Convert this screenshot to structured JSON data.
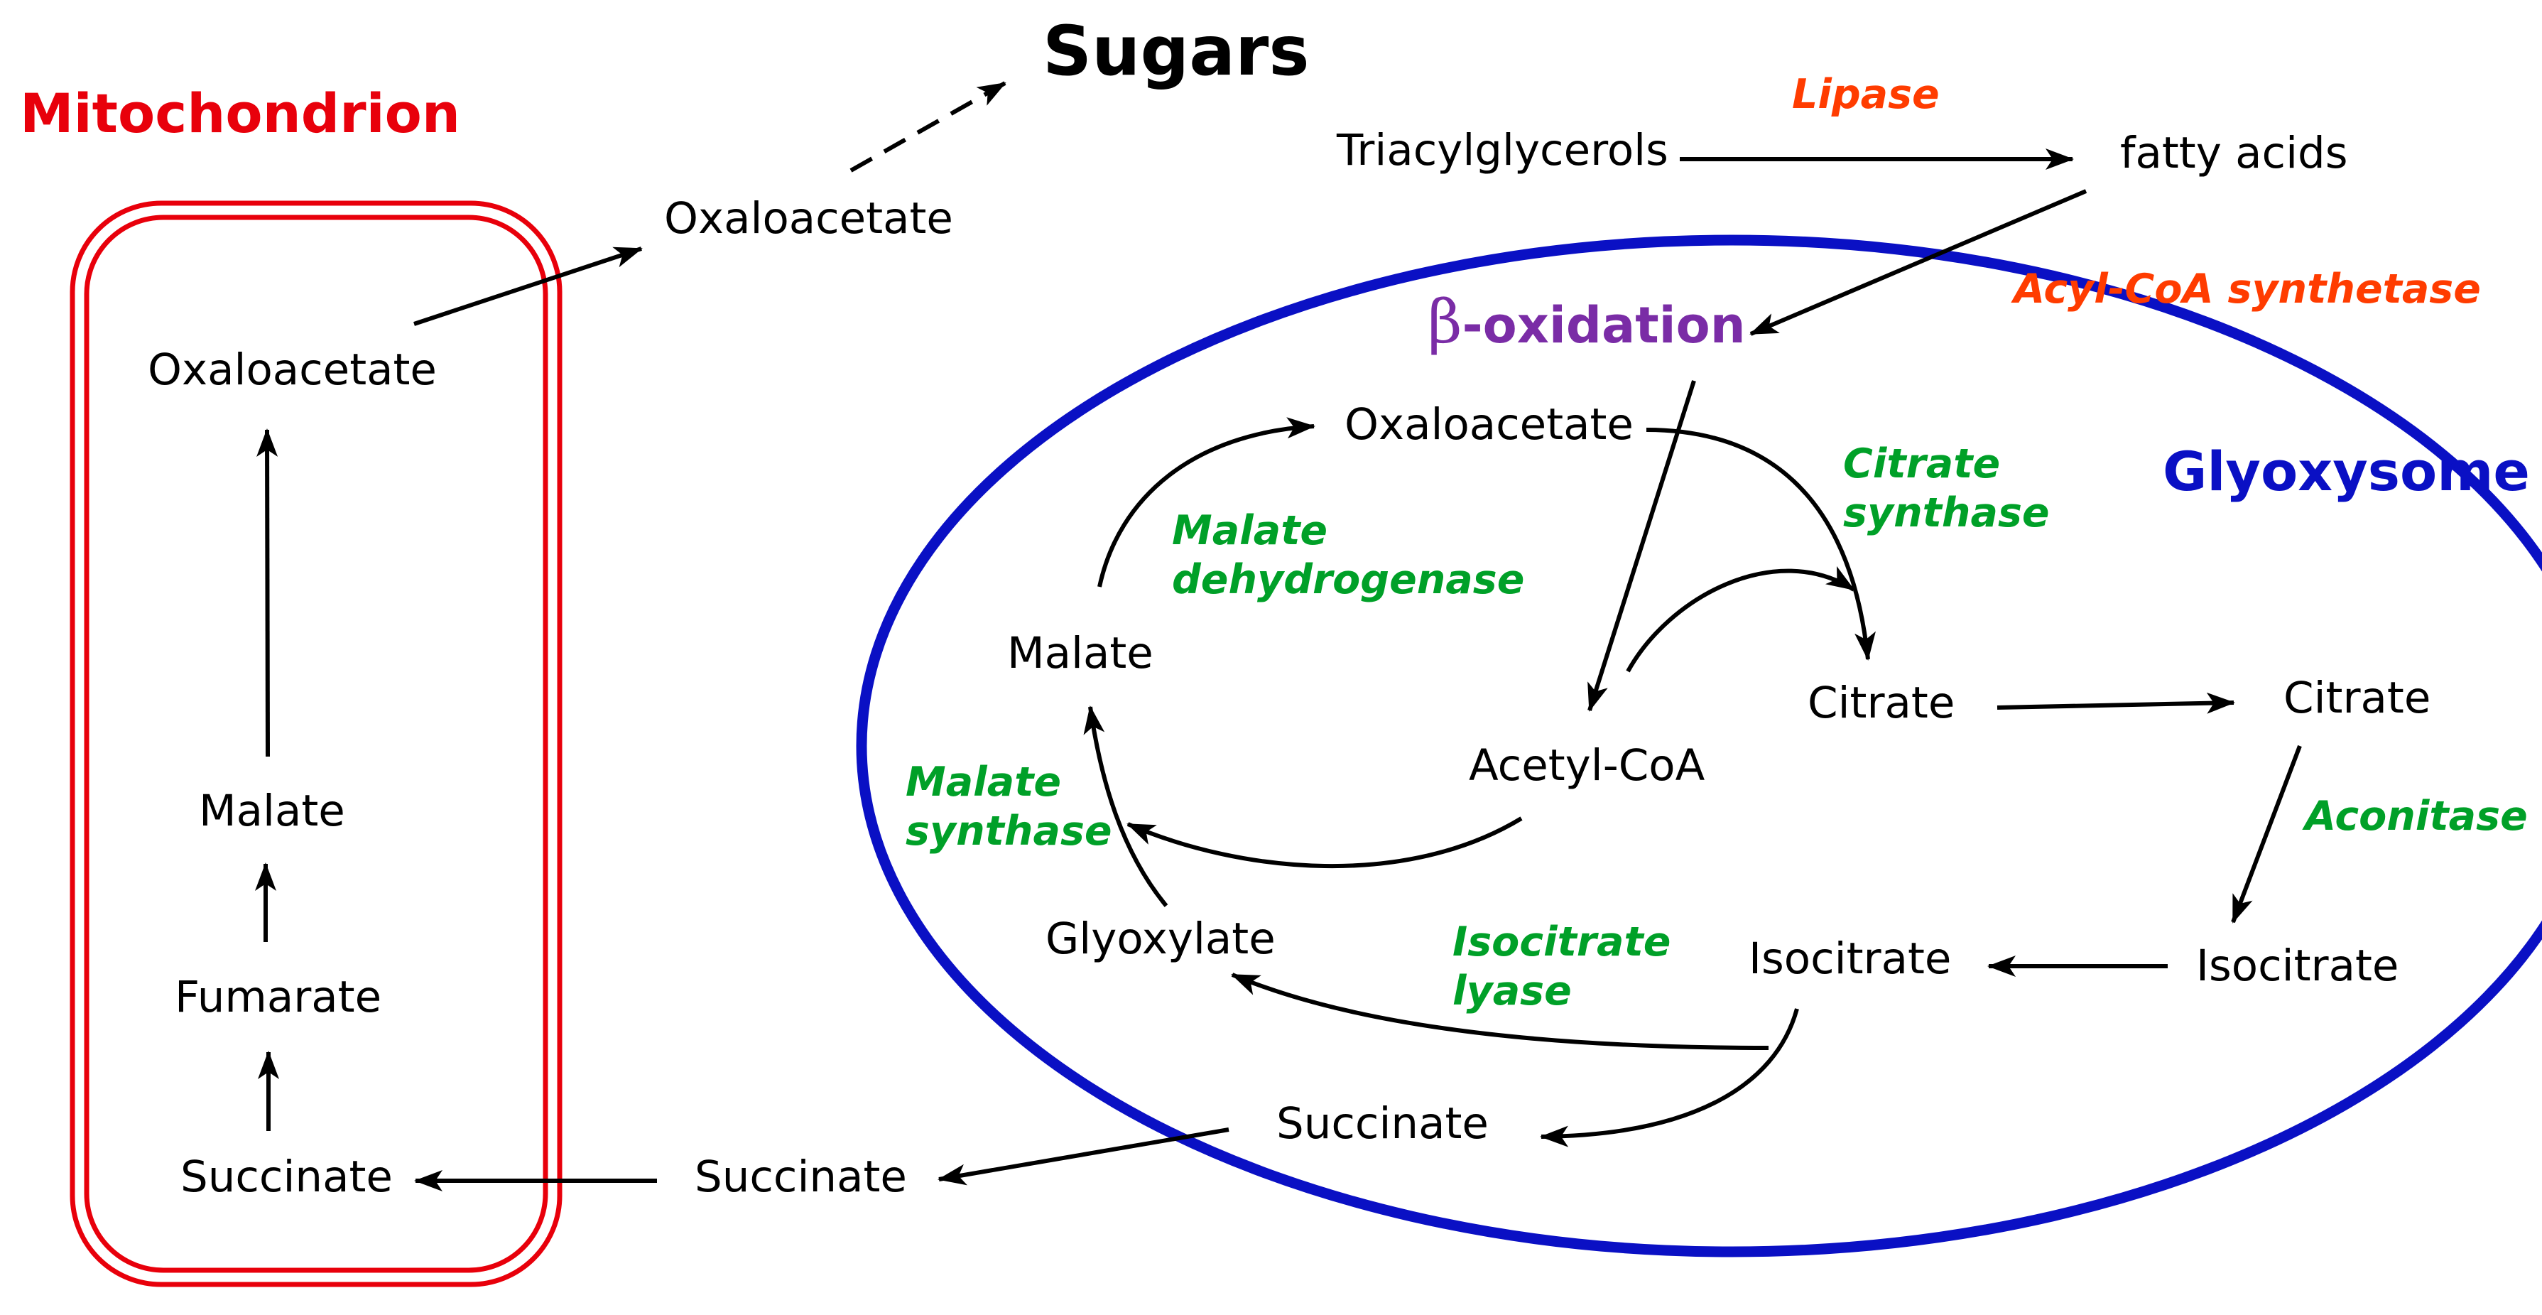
{
  "colors": {
    "mitochondrion": "#e8000b",
    "glyoxysome": "#0a10c4",
    "enzyme_orange": "#ff3c00",
    "enzyme_green": "#00a028",
    "beta_oxidation": "#7a2ca6"
  },
  "compartments": {
    "mitochondrion": "Mitochondrion",
    "glyoxysome": "Glyoxysome"
  },
  "top": {
    "sugars": "Sugars",
    "triacylglycerols": "Triacylglycerols",
    "fatty_acids": "fatty acids",
    "oxaloacetate_cytosol": "Oxaloacetate"
  },
  "mito": {
    "oxaloacetate": "Oxaloacetate",
    "malate": "Malate",
    "fumarate": "Fumarate",
    "succinate": "Succinate"
  },
  "glyox": {
    "beta_symbol": "β",
    "beta_oxidation": "-oxidation",
    "oxaloacetate": "Oxaloacetate",
    "malate": "Malate",
    "acetyl_coa": "Acetyl-CoA",
    "citrate": "Citrate",
    "glyoxylate": "Glyoxylate",
    "isocitrate": "Isocitrate",
    "succinate": "Succinate"
  },
  "cytosol": {
    "citrate": "Citrate",
    "isocitrate": "Isocitrate",
    "succinate": "Succinate"
  },
  "enzymes": {
    "lipase": "Lipase",
    "acyl_coa_synthetase": "Acyl-CoA synthetase",
    "citrate_synthase_1": "Citrate",
    "citrate_synthase_2": "synthase",
    "malate_dehydrogenase_1": "Malate",
    "malate_dehydrogenase_2": "dehydrogenase",
    "malate_synthase_1": "Malate",
    "malate_synthase_2": "synthase",
    "isocitrate_lyase_1": "Isocitrate",
    "isocitrate_lyase_2": "lyase",
    "aconitase": "Aconitase"
  }
}
